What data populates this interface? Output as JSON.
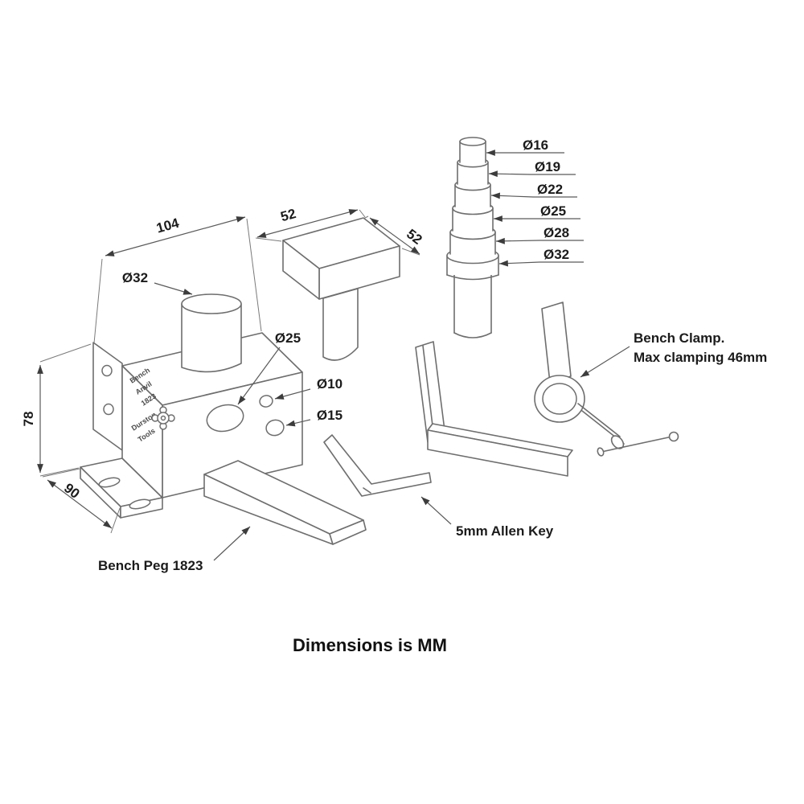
{
  "footer": {
    "note": "Dimensions is MM"
  },
  "colors": {
    "line": "#6e6e6e",
    "dimension": "#5a5a5a",
    "text": "#1b1b1b"
  },
  "drawing": {
    "dims": {
      "width": "104",
      "height": "78",
      "depth": "90",
      "square_a": "52",
      "square_b": "52",
      "post_dia": "Ø32",
      "hole_large": "Ø25",
      "hole_small": "Ø10",
      "hole_mid": "Ø15"
    },
    "mandrel": {
      "steps": [
        "Ø16",
        "Ø19",
        "Ø22",
        "Ø25",
        "Ø28",
        "Ø32"
      ]
    },
    "callouts": {
      "bench_clamp_line1": "Bench Clamp.",
      "bench_clamp_line2": "Max clamping 46mm",
      "allen_key": "5mm Allen Key",
      "bench_peg": "Bench Peg 1823"
    },
    "engraving": [
      "Bench",
      "Anvil",
      "1823",
      "Durston",
      "Tools"
    ]
  }
}
